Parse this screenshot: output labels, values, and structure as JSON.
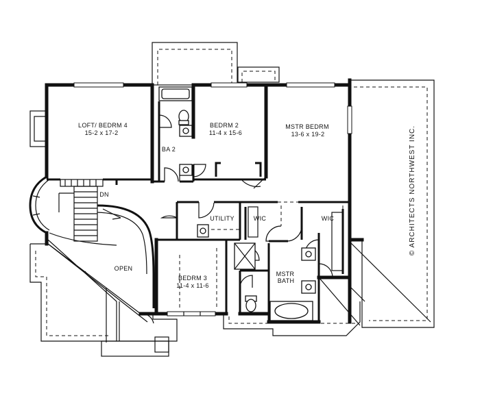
{
  "rooms": {
    "loft": {
      "name": "LOFT/ BEDRM 4",
      "dims": "15-2 x 17-2"
    },
    "bedrm2": {
      "name": "BEDRM 2",
      "dims": "11-4 x 15-6"
    },
    "mstr_bedrm": {
      "name": "MSTR BEDRM",
      "dims": "13-6 x 19-2"
    },
    "ba2": {
      "name": "BA 2"
    },
    "dn": {
      "name": "DN"
    },
    "utility": {
      "name": "UTILITY"
    },
    "wic_left": {
      "name": "WIC"
    },
    "wic_right": {
      "name": "WIC"
    },
    "open": {
      "name": "OPEN"
    },
    "bedrm3": {
      "name": "BEDRM 3",
      "dims": "11-4 x 11-6"
    },
    "mstr_bath": {
      "line1": "MSTR",
      "line2": "BATH"
    }
  },
  "copyright": "© ARCHITECTS NORTHWEST INC."
}
